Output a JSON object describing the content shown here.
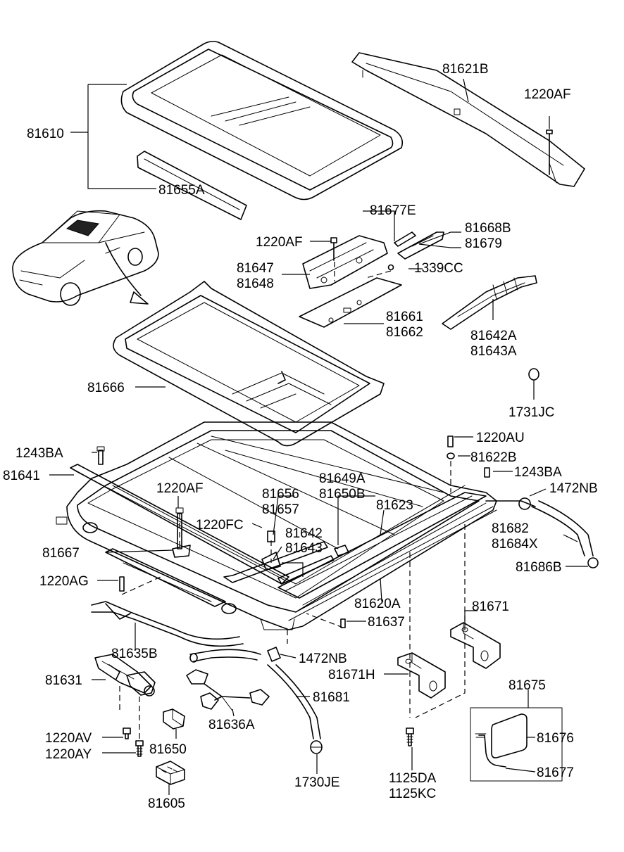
{
  "labels": {
    "81610": "81610",
    "81655A": "81655A",
    "81621B": "81621B",
    "1220AF_top": "1220AF",
    "81677E": "81677E",
    "81668B": "81668B",
    "81679": "81679",
    "1220AF_mid": "1220AF",
    "81647": "81647",
    "81648": "81648",
    "1339CC": "1339CC",
    "81661": "81661",
    "81662": "81662",
    "81642A": "81642A",
    "81643A": "81643A",
    "81666": "81666",
    "1731JC": "1731JC",
    "1220AU": "1220AU",
    "1243BA_left": "1243BA",
    "81622B": "81622B",
    "81641": "81641",
    "1243BA_right": "1243BA",
    "81649A": "81649A",
    "81650B": "81650B",
    "1220AF_low": "1220AF",
    "81656": "81656",
    "81657": "81657",
    "81623": "81623",
    "1472NB_right": "1472NB",
    "1220FC": "1220FC",
    "81682": "81682",
    "81684X": "81684X",
    "81667": "81667",
    "81642": "81642",
    "81643": "81643",
    "81686B": "81686B",
    "1220AG": "1220AG",
    "81620A": "81620A",
    "81671": "81671",
    "81637": "81637",
    "81635B": "81635B",
    "1472NB_low": "1472NB",
    "81671H": "81671H",
    "81631": "81631",
    "81675": "81675",
    "81681": "81681",
    "81636A": "81636A",
    "81676": "81676",
    "1220AV": "1220AV",
    "81650": "81650",
    "1220AY": "1220AY",
    "81677": "81677",
    "81605": "81605",
    "1730JE": "1730JE",
    "1125DA": "1125DA",
    "1125KC": "1125KC"
  }
}
